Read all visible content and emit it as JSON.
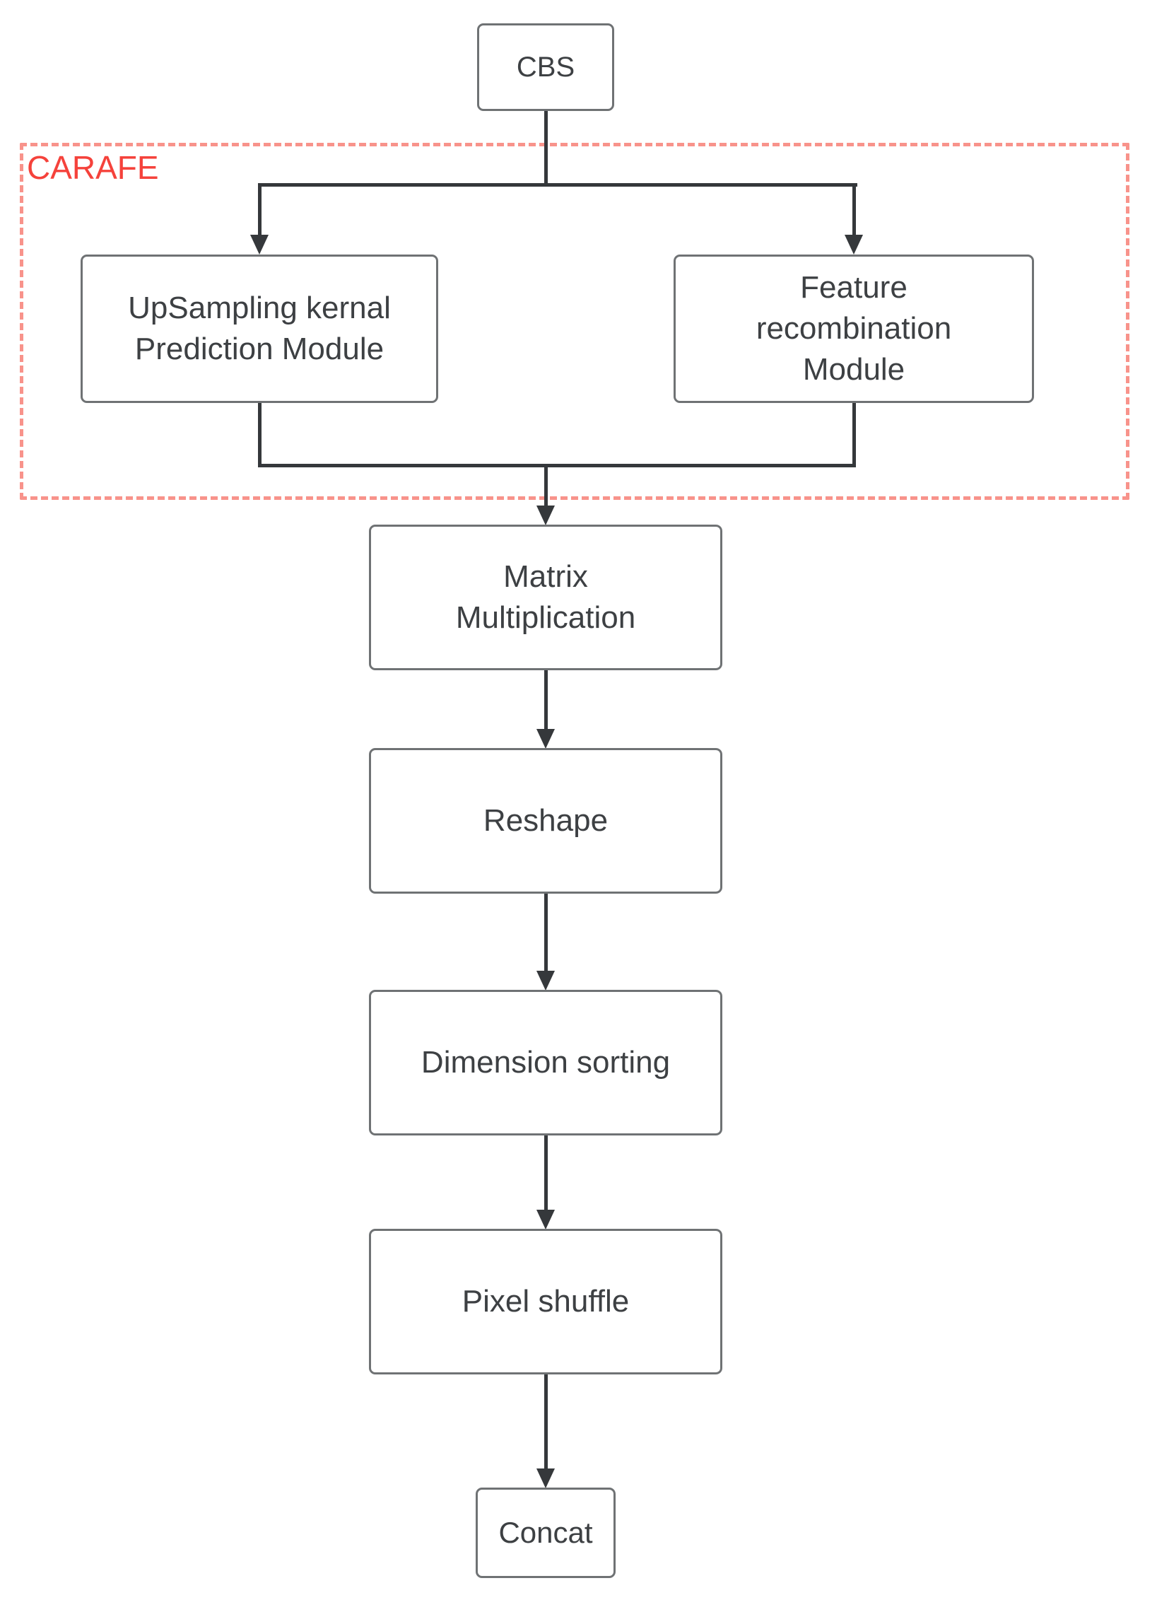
{
  "colors": {
    "line": "#35383b",
    "box-border": "#6f7274",
    "text": "#3d4043",
    "accent-red": "#f5423b",
    "dashed-border": "#f8938b",
    "bg": "#ffffff"
  },
  "diagram": {
    "type": "flowchart",
    "group_label": "CARAFE",
    "nodes": {
      "cbs": {
        "label": "CBS"
      },
      "kernel_prediction": {
        "label": "UpSampling kernal\nPrediction Module"
      },
      "feature_recombination": {
        "label": "Feature\nrecombination\nModule"
      },
      "matrix_multiplication": {
        "label": "Matrix\nMultiplication"
      },
      "reshape": {
        "label": "Reshape"
      },
      "dimension_sorting": {
        "label": "Dimension sorting"
      },
      "pixel_shuffle": {
        "label": "Pixel shuffle"
      },
      "concat": {
        "label": "Concat"
      }
    },
    "edges": [
      "cbs -> kernel_prediction",
      "cbs -> feature_recombination",
      "kernel_prediction -> matrix_multiplication",
      "feature_recombination -> matrix_multiplication",
      "matrix_multiplication -> reshape",
      "reshape -> dimension_sorting",
      "dimension_sorting -> pixel_shuffle",
      "pixel_shuffle -> concat"
    ]
  }
}
